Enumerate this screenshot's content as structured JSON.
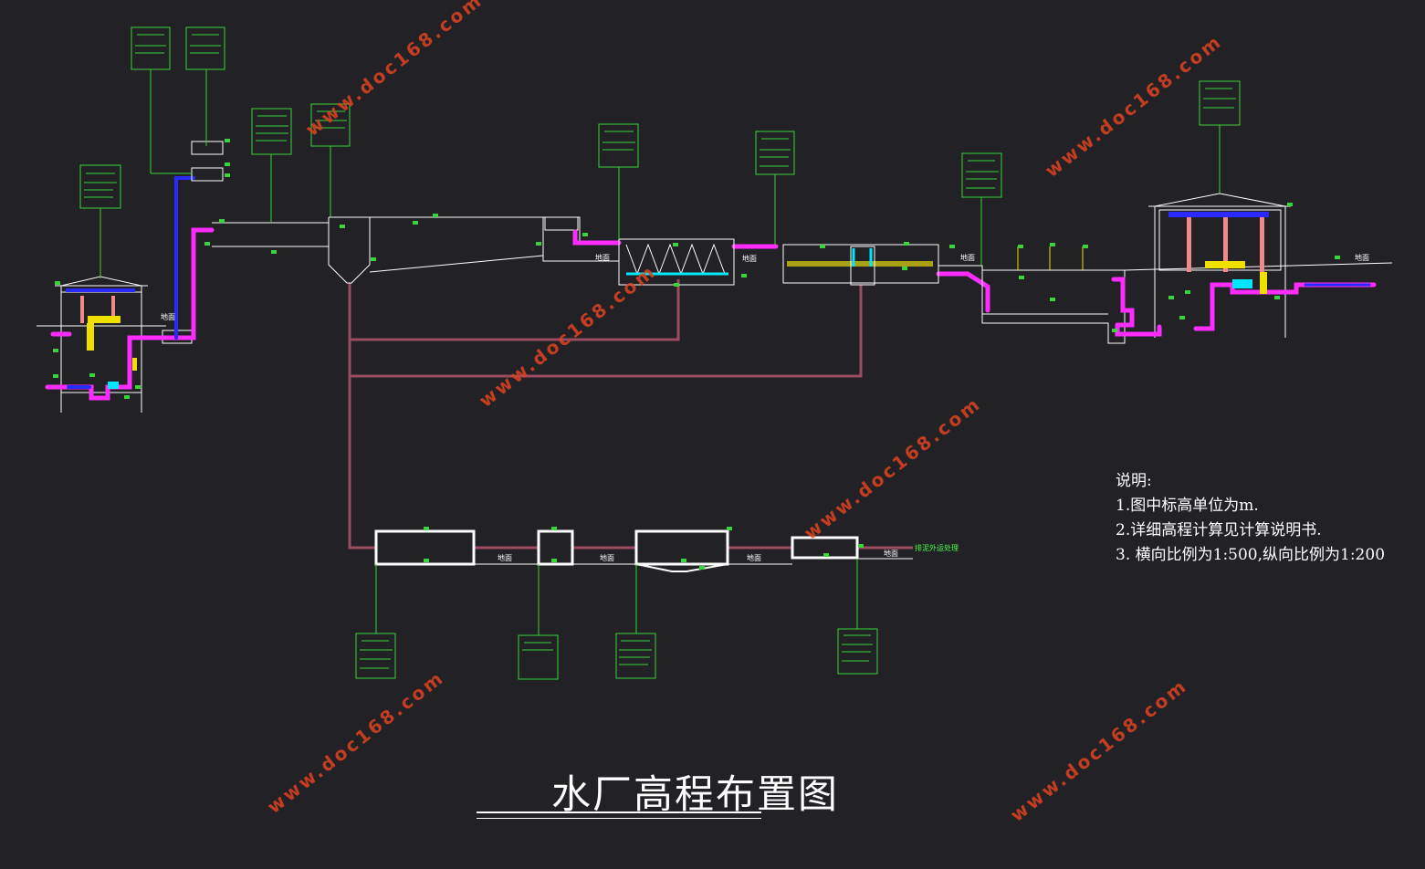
{
  "title": "水厂高程布置图",
  "notes": {
    "heading": "说明:",
    "line1": "1.图中标高单位为m.",
    "line2": "2.详细高程计算见计算说明书.",
    "line3": "3. 横向比例为1:500,纵向比例为1:200"
  },
  "watermark": "www.doc168.com",
  "ground_label": "地面",
  "discharge_label": "排泥外运处理",
  "colors": {
    "background": "#212126",
    "line": "#ffffff",
    "callout": "#3cd23c",
    "pipe_magenta": "#ff2cff",
    "pipe_blue": "#2a2aff",
    "sludge_pipe": "#9b4c60",
    "pump_pink": "#f08a8a",
    "yellow": "#f0e000",
    "cyan": "#00e8ff",
    "watermark": "#e0431f"
  },
  "icons": [
    "pump-house-icon",
    "elevation-marker-icon"
  ]
}
